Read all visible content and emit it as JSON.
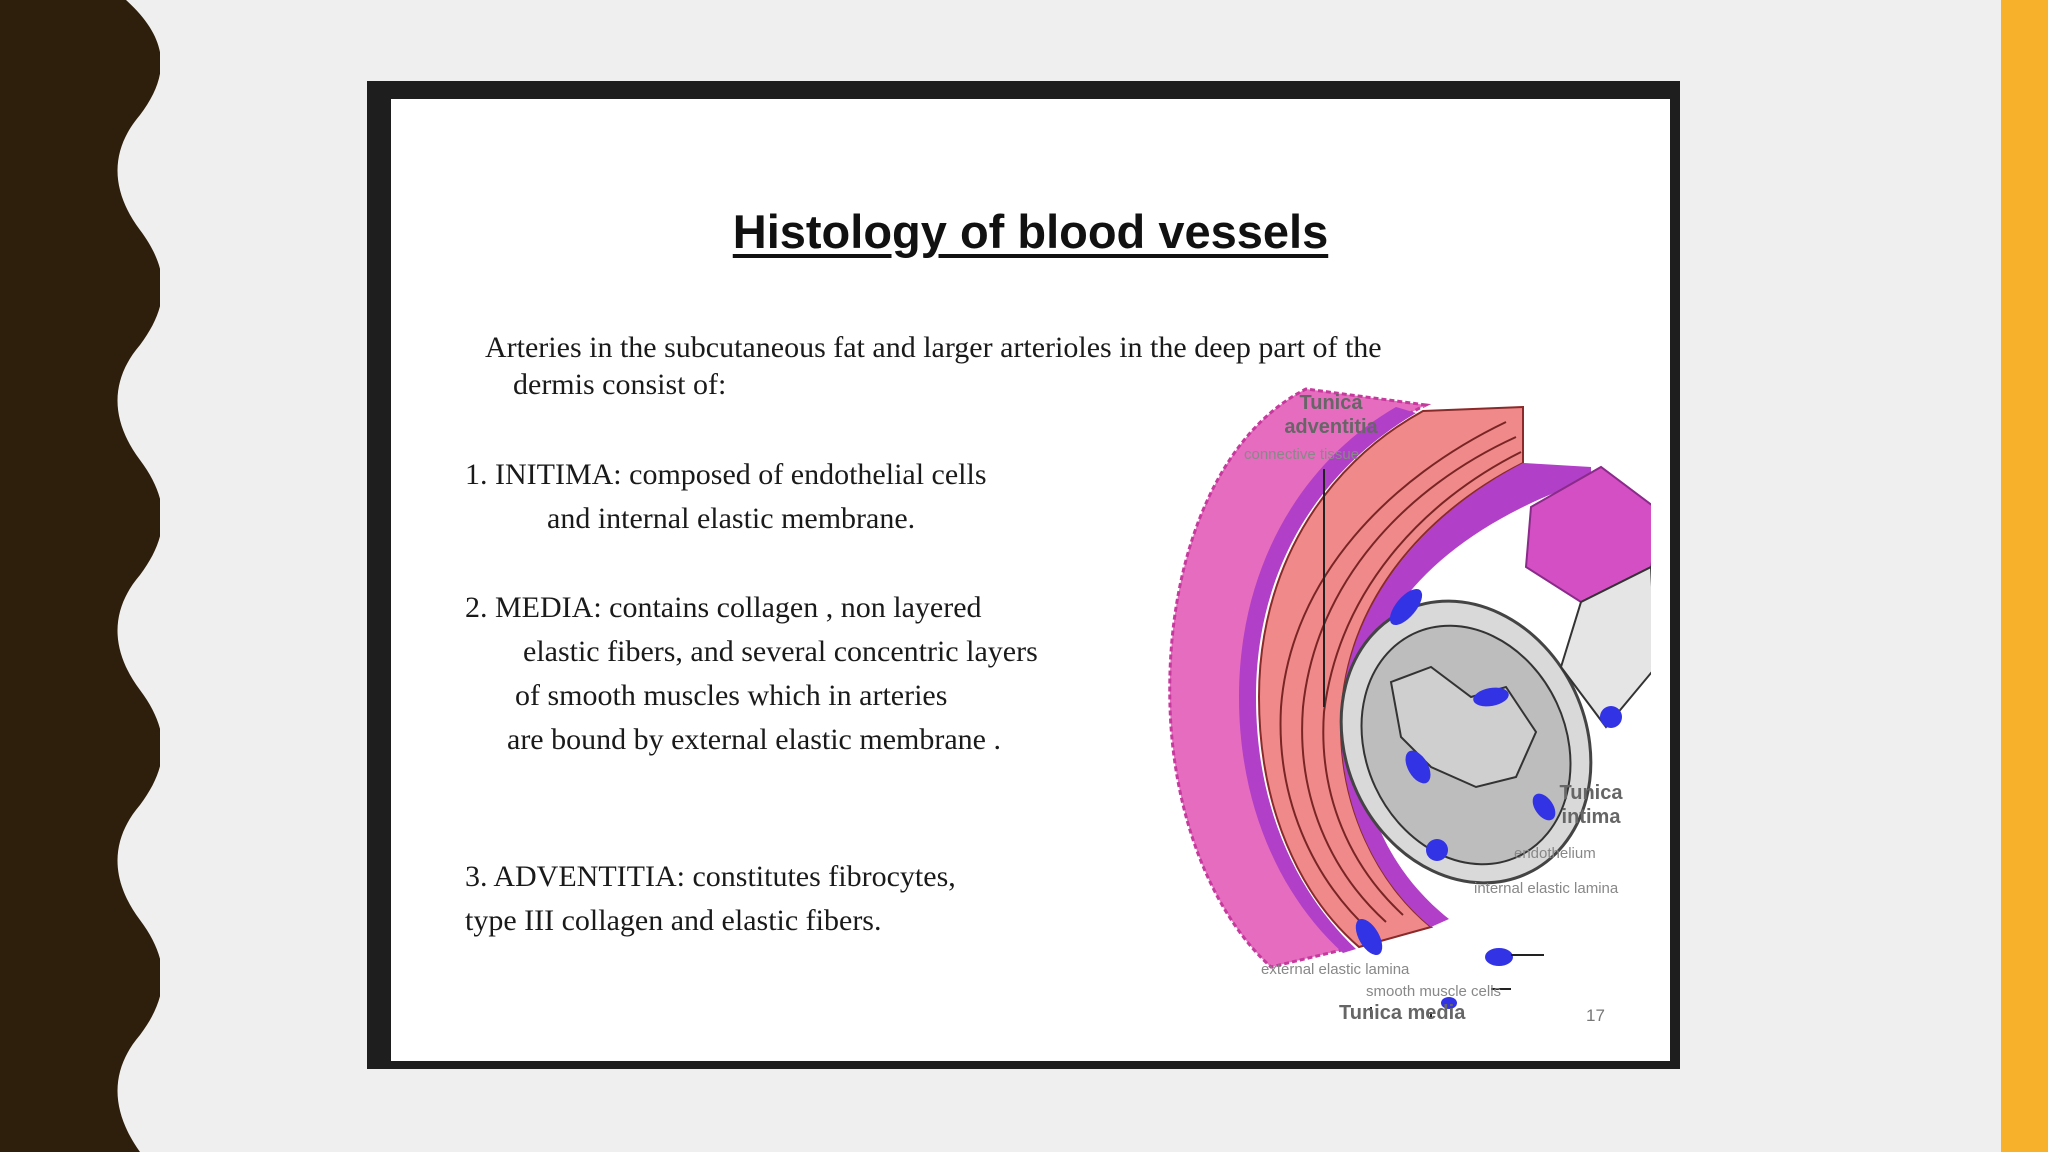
{
  "slide": {
    "title": "Histology of blood vessels",
    "intro_line1": "Arteries in the subcutaneous fat and larger arterioles in the deep part of the",
    "intro_line2": "dermis consist of:",
    "points": [
      {
        "line1": "1.  INITIMA: composed of endothelial cells",
        "line2": "and internal elastic membrane."
      },
      {
        "line1": "2.  MEDIA: contains collagen , non layered",
        "line2": "elastic fibers, and several concentric layers",
        "line3": "of smooth muscles which in arteries",
        "line4": "are bound by external elastic membrane ."
      },
      {
        "line1": "3.  ADVENTITIA: constitutes fibrocytes,",
        "line2": "type III collagen and elastic fibers."
      }
    ],
    "page_number": "17"
  },
  "diagram": {
    "tunica_adventitia_1": "Tunica",
    "tunica_adventitia_2": "adventitia",
    "connective_tissue": "connective tissue",
    "tunica_intima_1": "Tunica",
    "tunica_intima_2": "intima",
    "endothelium": "endothelium",
    "internal_elastic_lamina": "internal elastic lamina",
    "external_elastic_lamina": "external elastic lamina",
    "smooth_muscle_cells": "smooth muscle cells",
    "tunica_media": "Tunica media"
  },
  "colors": {
    "left_band": "#2e1f0d",
    "right_band": "#f7b12a",
    "background": "#efefef",
    "frame": "#1e1e1e",
    "adventitia": "#e05ab4",
    "media": "#f08a8a",
    "elastic": "#b13fc8",
    "nucleus": "#3333e6"
  }
}
